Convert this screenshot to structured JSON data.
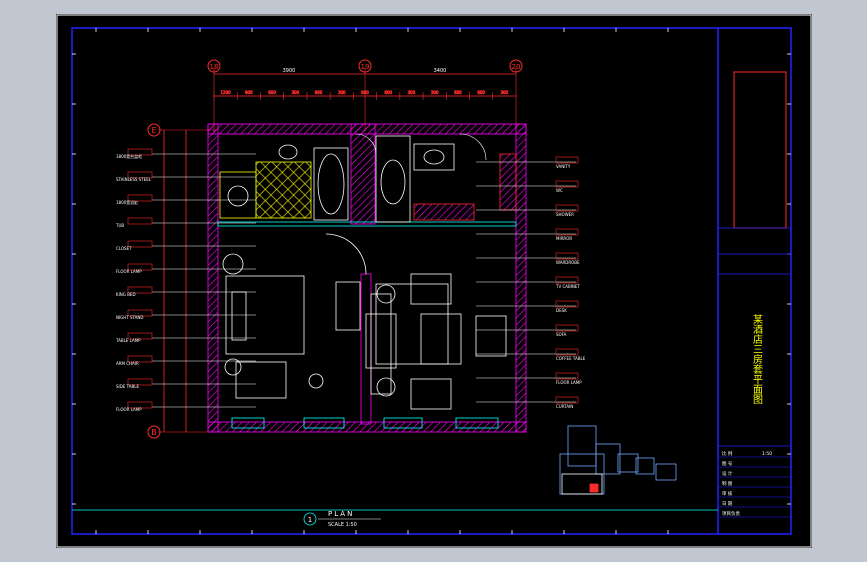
{
  "drawing": {
    "title_block_name": "某酒店三房套平面图",
    "plan_title": "PLAN",
    "plan_scale": "SCALE 1:50",
    "plan_number": "1",
    "scale_value": "1:50",
    "title_block_rows": [
      "比  例",
      "图  号",
      "设  计",
      "制  图",
      "审  核",
      "日  期",
      "项目负责"
    ],
    "grid_columns": [
      "18",
      "19",
      "20"
    ],
    "grid_rows": [
      "E",
      "B"
    ],
    "overall_dims": [
      "3900",
      "3400"
    ],
    "sub_dims": [
      "1200",
      "900",
      "600",
      "300",
      "900",
      "300",
      "600",
      "600",
      "300",
      "300",
      "600",
      "600",
      "300"
    ],
    "left_labels": [
      "1800宽台盆柜",
      "STAINLESS STEEL",
      "1800宽浴缸",
      "TUB",
      "CLOSET",
      "FLOOR LAMP",
      "KING BED",
      "NIGHT STAND",
      "TABLE LAMP",
      "ARM CHAIR",
      "SIDE TABLE",
      "FLOOR LAMP"
    ],
    "right_labels": [
      "VANITY",
      "WC",
      "SHOWER",
      "MIRROR",
      "WARDROBE",
      "TV CABINET",
      "DESK",
      "SOFA",
      "COFFEE TABLE",
      "FLOOR LAMP",
      "CURTAIN"
    ]
  },
  "colors": {
    "background": "#000000",
    "frame": "#2323ff",
    "wall": "#ff00ff",
    "dimension": "#ff2a2a",
    "furniture": "#ffffff",
    "tile": "#ffff00",
    "hatch": "#ff00ff",
    "text": "#ffffff",
    "keyplan": "#6fa8ff",
    "accent": "#00ffff"
  }
}
